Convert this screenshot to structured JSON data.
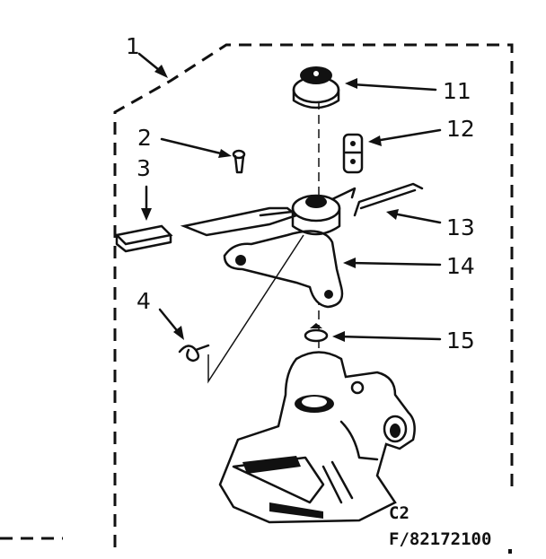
{
  "diagram": {
    "callouts": [
      "1",
      "2",
      "3",
      "4",
      "11",
      "12",
      "13",
      "14",
      "15"
    ],
    "code_line1": "C2",
    "code_line2": "F/82172100"
  }
}
